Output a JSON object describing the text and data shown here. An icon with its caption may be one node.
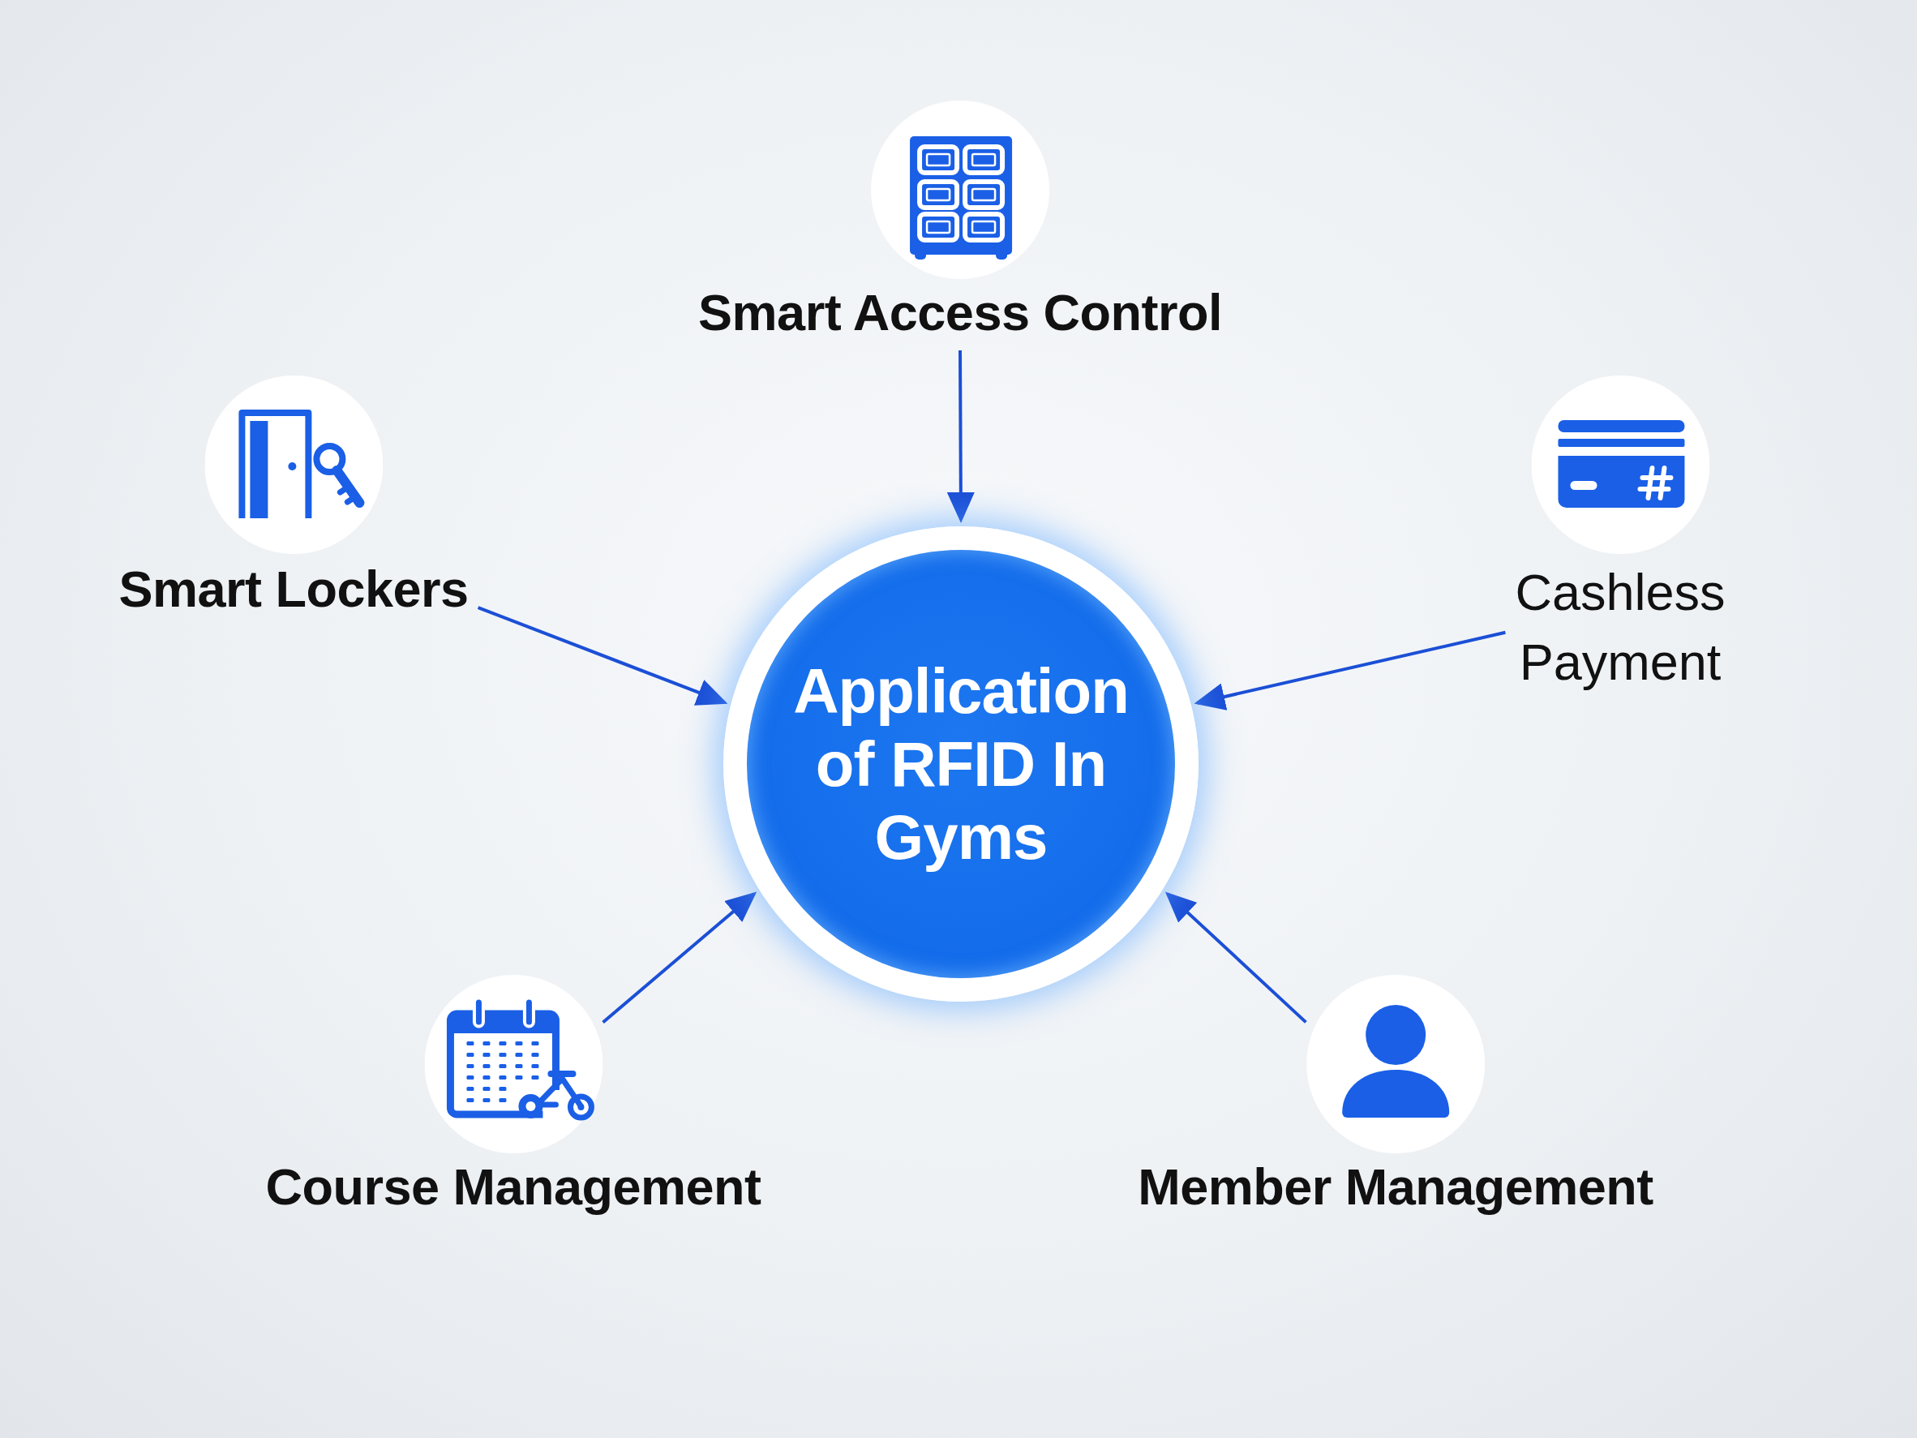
{
  "diagram": {
    "nodes": [
      {
        "text": [
          "Smart Access Control"
        ]
      },
      {
        "text": [
          "Smart Lockers"
        ]
      },
      {
        "text": [
          "Cashless Payment"
        ]
      },
      {
        "text": [
          "Application of RFID In Gyms"
        ]
      },
      {
        "text": [
          "Course Management"
        ]
      },
      {
        "text": [
          "Member Management"
        ]
      }
    ],
    "edges": [
      {
        "from": 0,
        "to": 3,
        "arrow": "to"
      },
      {
        "from": 1,
        "to": 3,
        "arrow": "to"
      },
      {
        "from": 2,
        "to": 3,
        "arrow": "to"
      },
      {
        "from": 4,
        "to": 3,
        "arrow": "to"
      },
      {
        "from": 5,
        "to": 3,
        "arrow": "to"
      }
    ]
  }
}
